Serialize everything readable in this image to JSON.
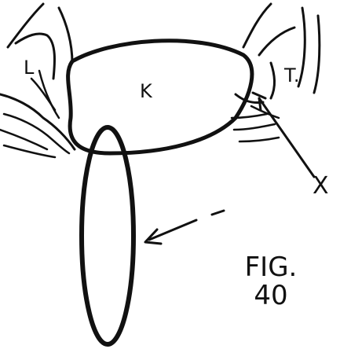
{
  "figure": {
    "labels": {
      "loop_k": "K",
      "left_hand": "L",
      "right_hand": "T.",
      "crossing_point": "X"
    },
    "caption": {
      "line1": "FIG.",
      "line2": "40"
    },
    "ink_color": "#111111"
  }
}
